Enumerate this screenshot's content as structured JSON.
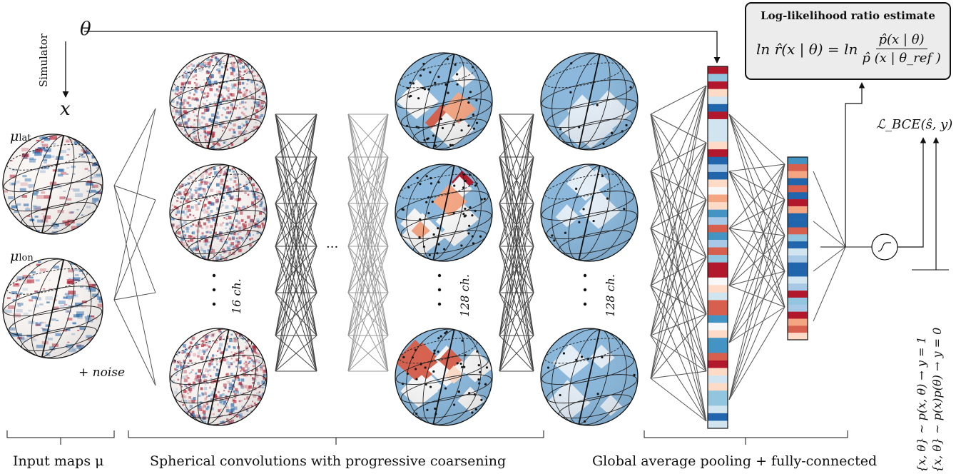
{
  "theta_label": "θ",
  "simulator_label": "Simulator",
  "x_label": "x",
  "input_maps": [
    {
      "name": "μ",
      "sub": "lat"
    },
    {
      "name": "μ",
      "sub": "lon"
    }
  ],
  "noise_label": "+ noise",
  "channel_labels": [
    "16 ch.",
    "128 ch.",
    "128 ch."
  ],
  "ellipsis_label": "···",
  "estimate_box": {
    "title": "Log-likelihood ratio estimate",
    "lhs": "ln r̂(x | θ) = ln",
    "numerator": "p̂(x | θ)",
    "denominator": "p̂ (x | θ_ref )"
  },
  "loss_label": "ℒ_BCE(ŝ, y)",
  "label_joint": "{x, θ} ∼ p(x, θ) → y = 1",
  "label_marginal": "{x, θ} ∼ p(x)p(θ) → y = 0",
  "captions": {
    "input": "Input maps μ",
    "conv": "Spherical convolutions with progressive coarsening",
    "pool": "Global average pooling + fully-connected"
  },
  "colors": {
    "positive_red": "#b2182b",
    "negative_blue": "#2166ac",
    "coarse_blue": "#8ab8dc",
    "box_fill": "#ececec"
  }
}
